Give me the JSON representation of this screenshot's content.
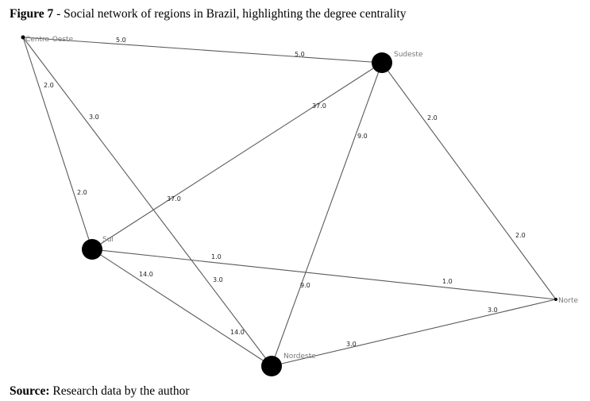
{
  "caption": {
    "label": "Figure 7",
    "text": " - Social network of regions in Brazil, highlighting the degree centrality"
  },
  "source": {
    "label": "Source:",
    "text": " Research data by the author"
  },
  "graph": {
    "nodes": [
      {
        "id": "centro-oeste",
        "label": "Centro-Oeste"
      },
      {
        "id": "sudeste",
        "label": "Sudeste"
      },
      {
        "id": "sul",
        "label": "Sul"
      },
      {
        "id": "nordeste",
        "label": "Nordeste"
      },
      {
        "id": "norte",
        "label": "Norte"
      }
    ],
    "edges": [
      {
        "id": "co-sudeste",
        "source": "centro-oeste",
        "target": "sudeste",
        "labels": [
          "5.0",
          "5.0"
        ]
      },
      {
        "id": "co-sul",
        "source": "centro-oeste",
        "target": "sul",
        "labels": [
          "2.0",
          "2.0"
        ]
      },
      {
        "id": "co-nordeste",
        "source": "centro-oeste",
        "target": "nordeste",
        "labels": [
          "3.0",
          "3.0"
        ]
      },
      {
        "id": "sul-sudeste",
        "source": "sul",
        "target": "sudeste",
        "labels": [
          "37.0",
          "37.0"
        ]
      },
      {
        "id": "sudeste-nordeste",
        "source": "sudeste",
        "target": "nordeste",
        "labels": [
          "9.0",
          "9.0"
        ]
      },
      {
        "id": "sudeste-norte",
        "source": "sudeste",
        "target": "norte",
        "labels": [
          "2.0",
          "2.0"
        ]
      },
      {
        "id": "sul-norte",
        "source": "sul",
        "target": "norte",
        "labels": [
          "1.0",
          "1.0"
        ]
      },
      {
        "id": "sul-nordeste",
        "source": "sul",
        "target": "nordeste",
        "labels": [
          "14.0",
          "14.0"
        ]
      },
      {
        "id": "nordeste-norte",
        "source": "nordeste",
        "target": "norte",
        "labels": [
          "3.0",
          "3.0"
        ]
      }
    ]
  }
}
